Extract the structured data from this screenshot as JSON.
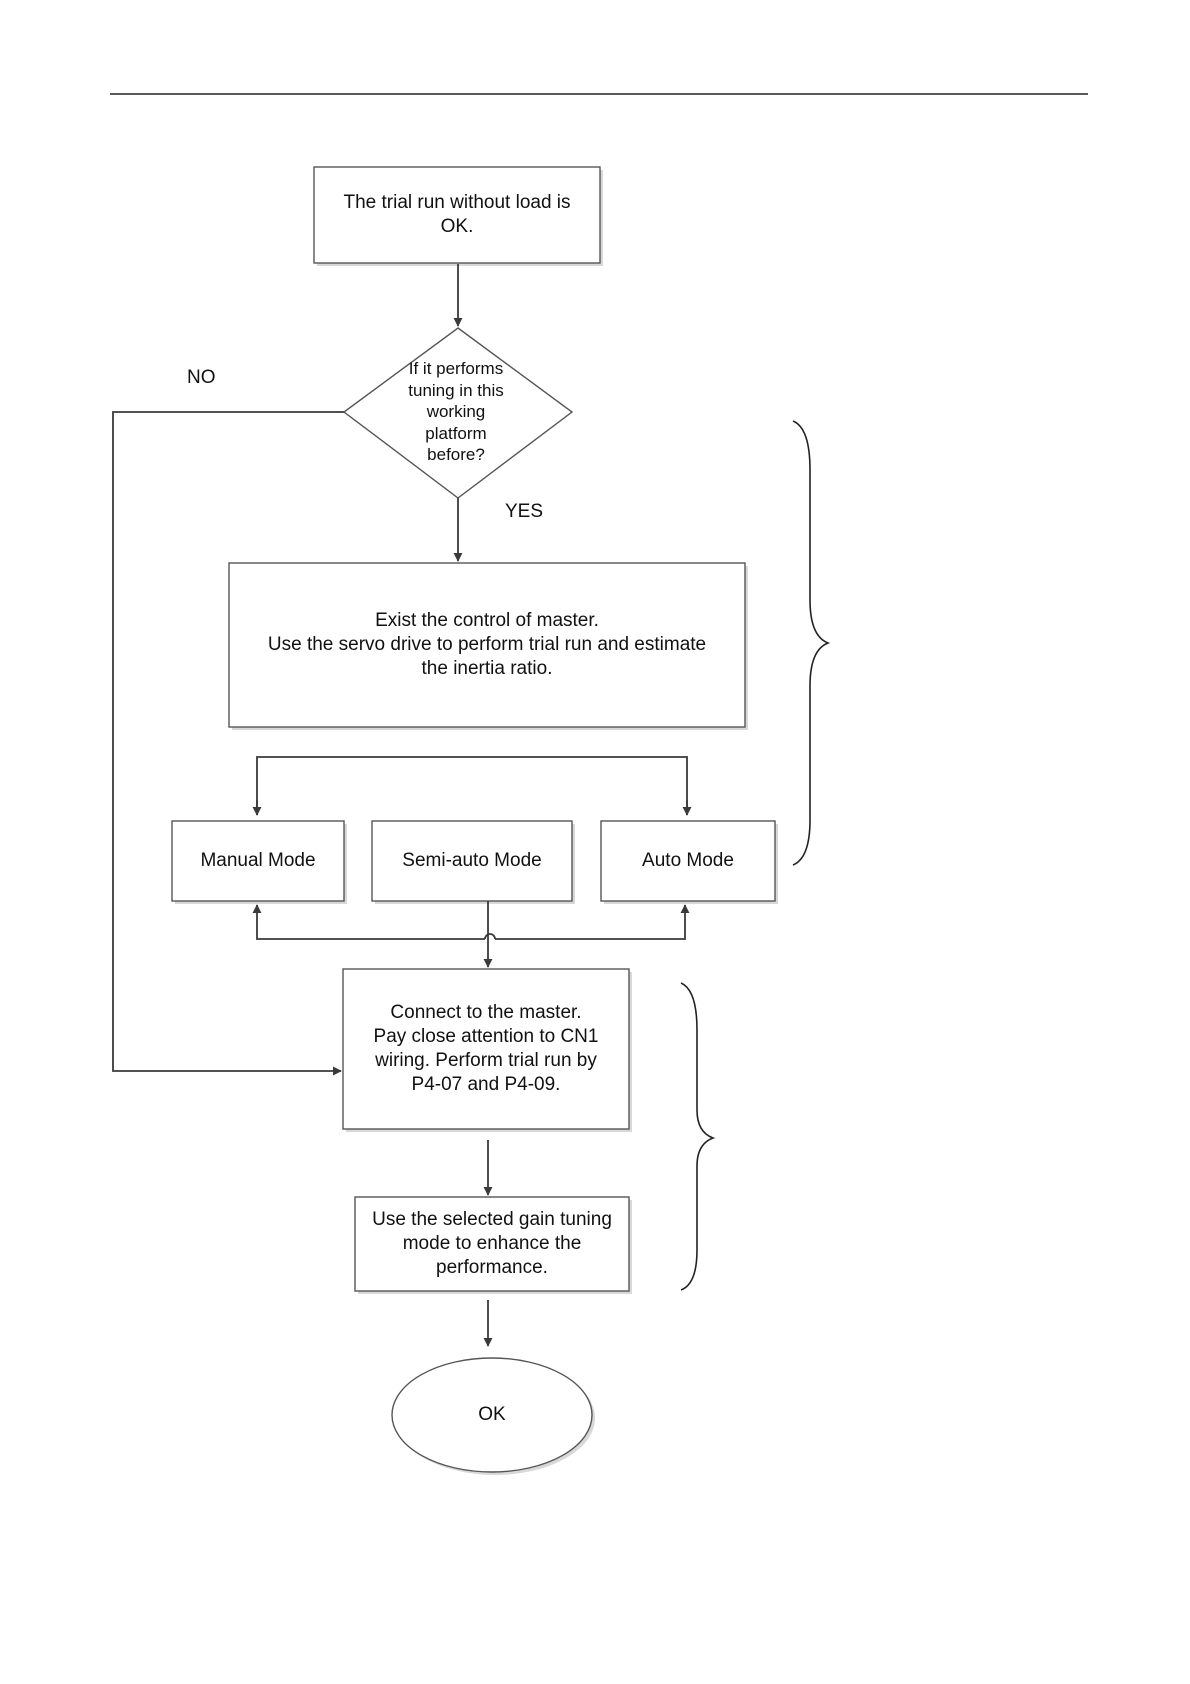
{
  "diagram": {
    "start_box": "The trial run without load is\nOK.",
    "decision": "If it performs\ntuning in this\nworking\nplatform\nbefore?",
    "no_label": "NO",
    "yes_label": "YES",
    "master_box": "Exist the control of master.\nUse the servo drive to perform trial run and estimate\nthe inertia ratio.",
    "modes": {
      "manual": "Manual Mode",
      "semi_auto": "Semi-auto Mode",
      "auto": "Auto Mode"
    },
    "connect_box": "Connect to the master.\nPay close attention to CN1\nwiring. Perform trial run by\nP4-07 and P4-09.",
    "gain_box": "Use the selected gain tuning\nmode to enhance the\nperformance.",
    "end": "OK"
  },
  "colors": {
    "line": "#3a3a3a",
    "box_border": "#555555",
    "shadow": "#cfcfcf"
  }
}
